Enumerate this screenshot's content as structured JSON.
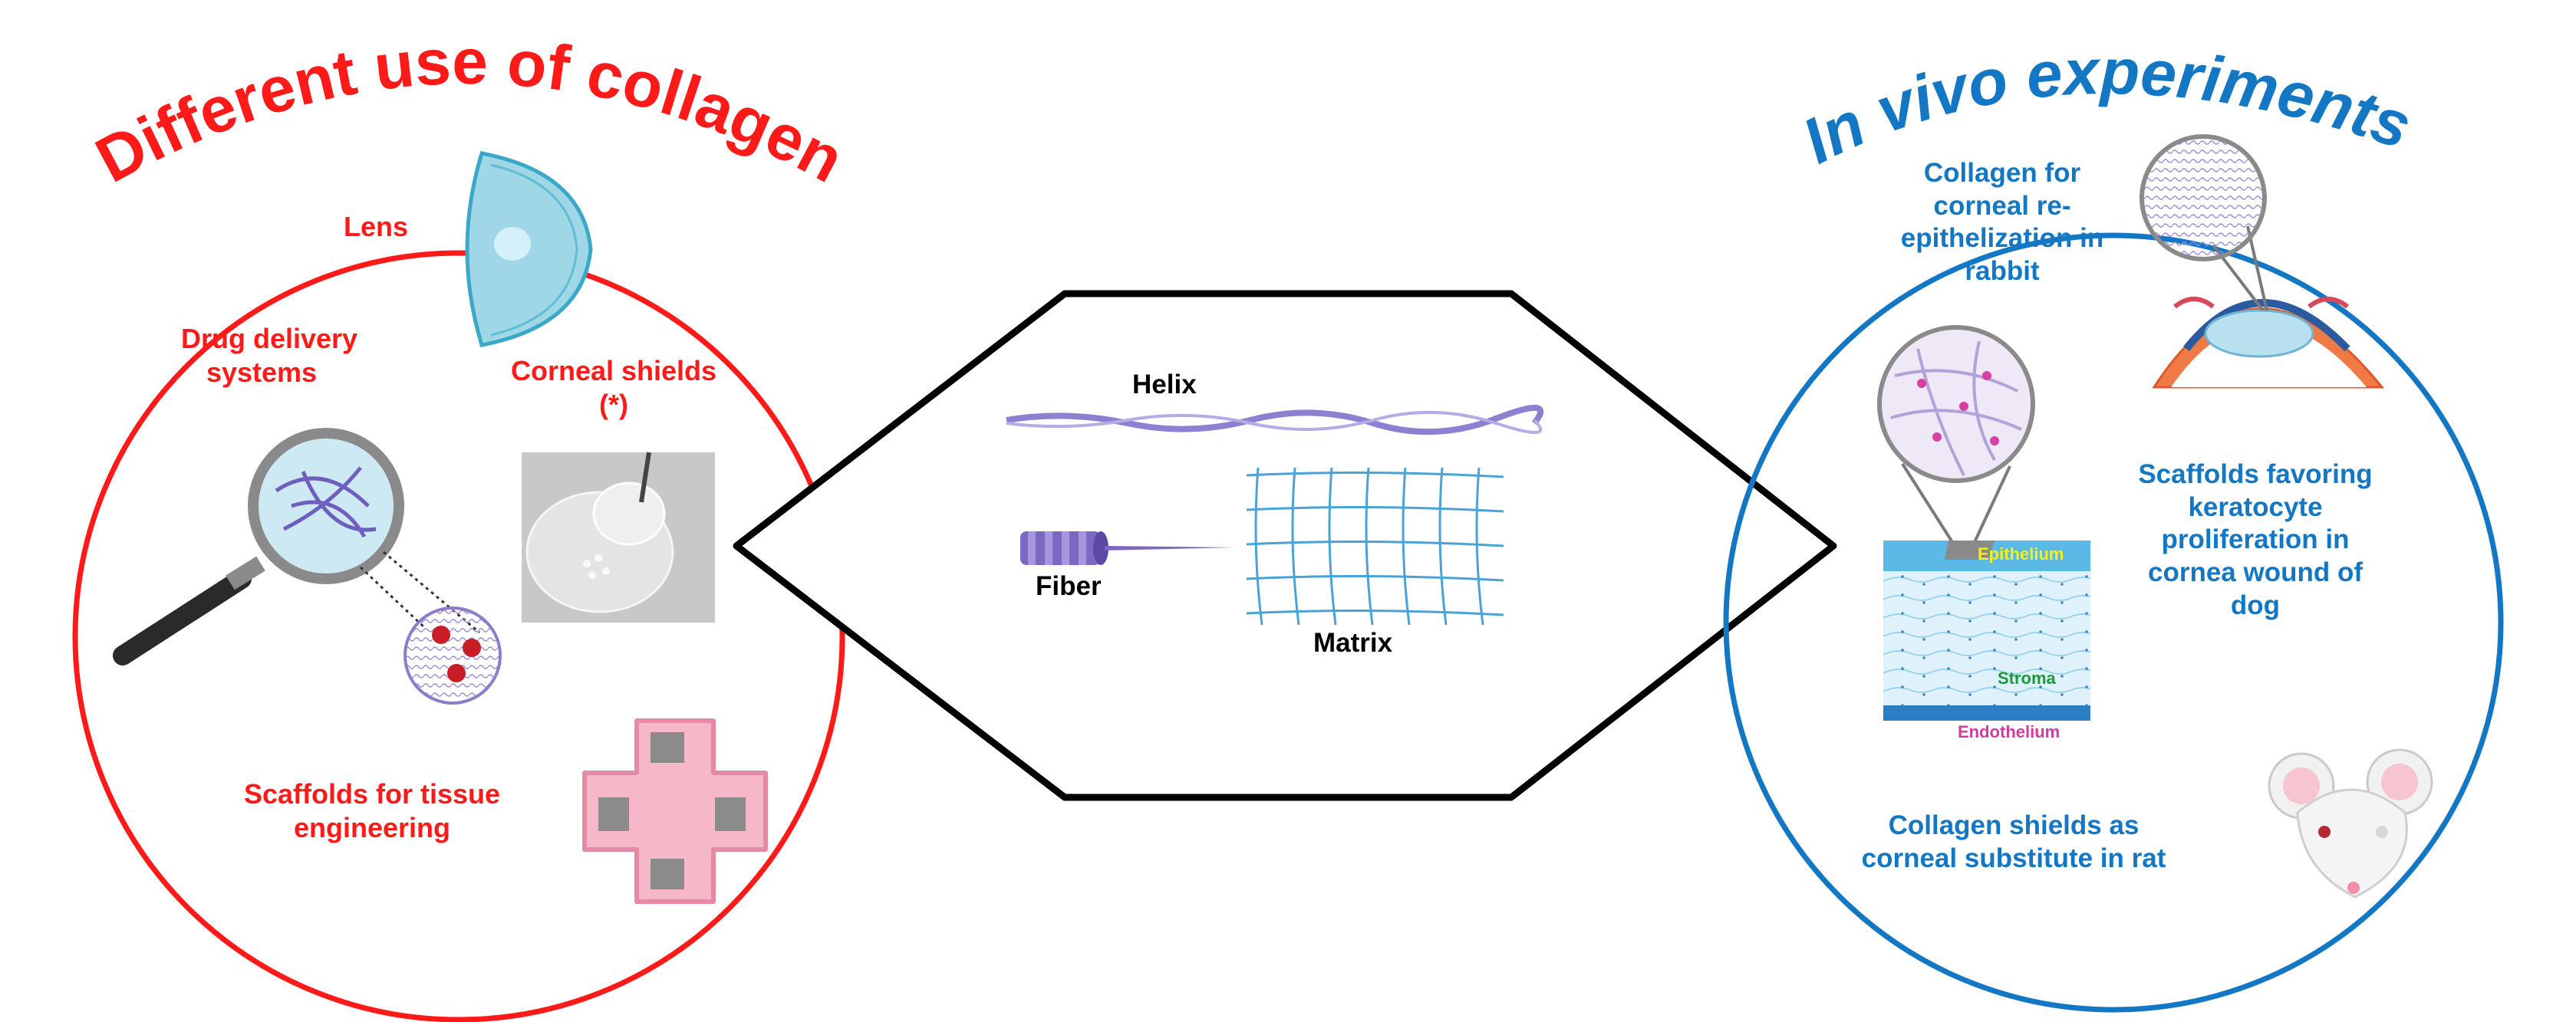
{
  "left": {
    "title": "Different use of collagen",
    "lens": "Lens",
    "drug_delivery_line1": "Drug delivery",
    "drug_delivery_line2": "systems",
    "corneal_shields_line1": "Corneal shields",
    "corneal_shields_line2": "(*)",
    "scaffolds_line1": "Scaffolds for tissue",
    "scaffolds_line2": "engineering"
  },
  "center": {
    "helix": "Helix",
    "fiber": "Fiber",
    "matrix": "Matrix"
  },
  "right": {
    "title": "In vivo experiments",
    "rabbit_line1": "Collagen for",
    "rabbit_line2": "corneal re-",
    "rabbit_line3": "epithelization in",
    "rabbit_line4": "rabbit",
    "dog_line1": "Scaffolds favoring",
    "dog_line2": "keratocyte",
    "dog_line3": "proliferation in",
    "dog_line4": "cornea wound of",
    "dog_line5": "dog",
    "rat_line1": "Collagen shields as",
    "rat_line2": "corneal substitute in rat",
    "epithelium": "Epithelium",
    "stroma": "Stroma",
    "endothelium": "Endothelium"
  },
  "colors": {
    "left_accent": "#ff1a1a",
    "right_accent": "#1377c4",
    "hexagon": "#000000"
  }
}
